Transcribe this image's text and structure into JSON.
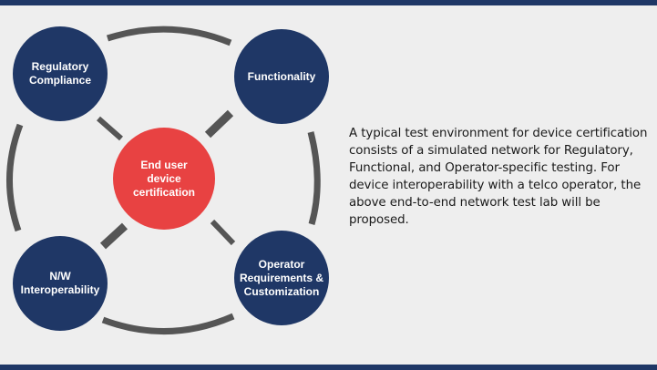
{
  "colors": {
    "node_fill": "#1f3766",
    "center_fill": "#e84242",
    "connector": "#555555",
    "banner": "#1f3766",
    "background": "#eeeeee"
  },
  "diagram": {
    "center": {
      "label_lines": [
        "End user",
        "device",
        "certification"
      ]
    },
    "nodes": [
      {
        "id": "regulatory",
        "label_lines": [
          "Regulatory",
          "Compliance"
        ]
      },
      {
        "id": "functionality",
        "label_lines": [
          "Functionality"
        ]
      },
      {
        "id": "nw-interop",
        "label_lines": [
          "N/W",
          "Interoperability"
        ]
      },
      {
        "id": "operator",
        "label_lines": [
          "Operator",
          "Requirements &",
          "Customization"
        ]
      }
    ]
  },
  "description": "A typical test environment for device certification consists of a simulated network for Regulatory, Functional, and Operator-specific testing. For device interoperability with a telco operator, the above end-to-end network test lab will be proposed."
}
